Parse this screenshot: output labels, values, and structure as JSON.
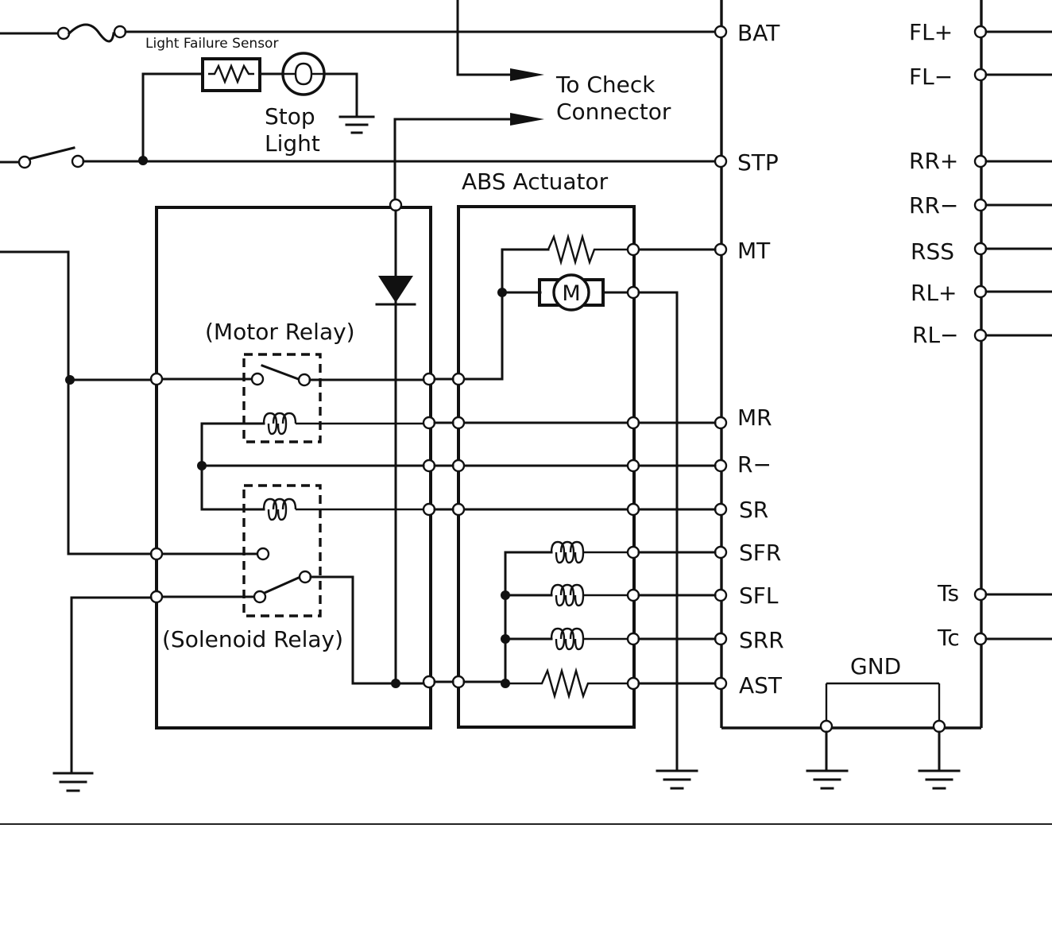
{
  "labels": {
    "light_failure_sensor": "Light Failure Sensor",
    "stop_light_line1": "Stop",
    "stop_light_line2": "Light",
    "check_connector_line1": "To Check",
    "check_connector_line2": "Connector",
    "abs_actuator": "ABS Actuator",
    "motor_relay": "(Motor Relay)",
    "solenoid_relay": "(Solenoid Relay)",
    "motor_symbol": "M",
    "gnd": "GND"
  },
  "ecu_left_terminals": {
    "bat": "BAT",
    "stp": "STP",
    "mt": "MT",
    "mr": "MR",
    "r_minus": "R−",
    "sr": "SR",
    "sfr": "SFR",
    "sfl": "SFL",
    "srr": "SRR",
    "ast": "AST"
  },
  "ecu_right_terminals": {
    "fl_plus": "FL+",
    "fl_minus": "FL−",
    "rr_plus": "RR+",
    "rr_minus": "RR−",
    "rss": "RSS",
    "rl_plus": "RL+",
    "rl_minus": "RL−",
    "ts": "Ts",
    "tc": "Tc"
  }
}
